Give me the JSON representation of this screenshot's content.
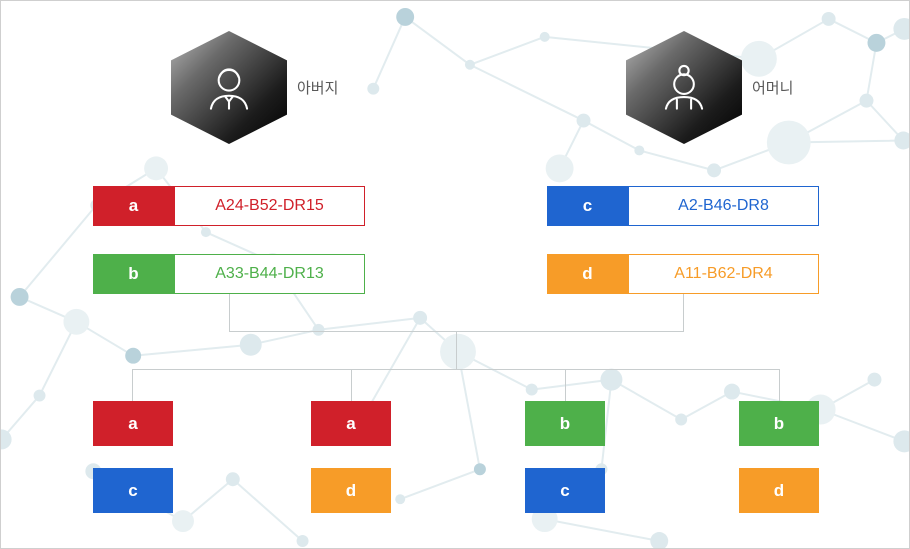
{
  "father": {
    "name": "아버지",
    "alleles": [
      {
        "letter": "a",
        "haplotype": "A24-B52-DR15",
        "color": "#d0202a"
      },
      {
        "letter": "b",
        "haplotype": "A33-B44-DR13",
        "color": "#4eb04a"
      }
    ]
  },
  "mother": {
    "name": "어머니",
    "alleles": [
      {
        "letter": "c",
        "haplotype": "A2-B46-DR8",
        "color": "#1f65d0"
      },
      {
        "letter": "d",
        "haplotype": "A11-B62-DR4",
        "color": "#f79c28"
      }
    ]
  },
  "children": [
    {
      "top": "a",
      "top_color": "#d0202a",
      "bottom": "c",
      "bottom_color": "#1f65d0"
    },
    {
      "top": "a",
      "top_color": "#d0202a",
      "bottom": "d",
      "bottom_color": "#f79c28"
    },
    {
      "top": "b",
      "top_color": "#4eb04a",
      "bottom": "c",
      "bottom_color": "#1f65d0"
    },
    {
      "top": "b",
      "top_color": "#4eb04a",
      "bottom": "d",
      "bottom_color": "#f79c28"
    }
  ],
  "connector_color": "#c8cdce"
}
